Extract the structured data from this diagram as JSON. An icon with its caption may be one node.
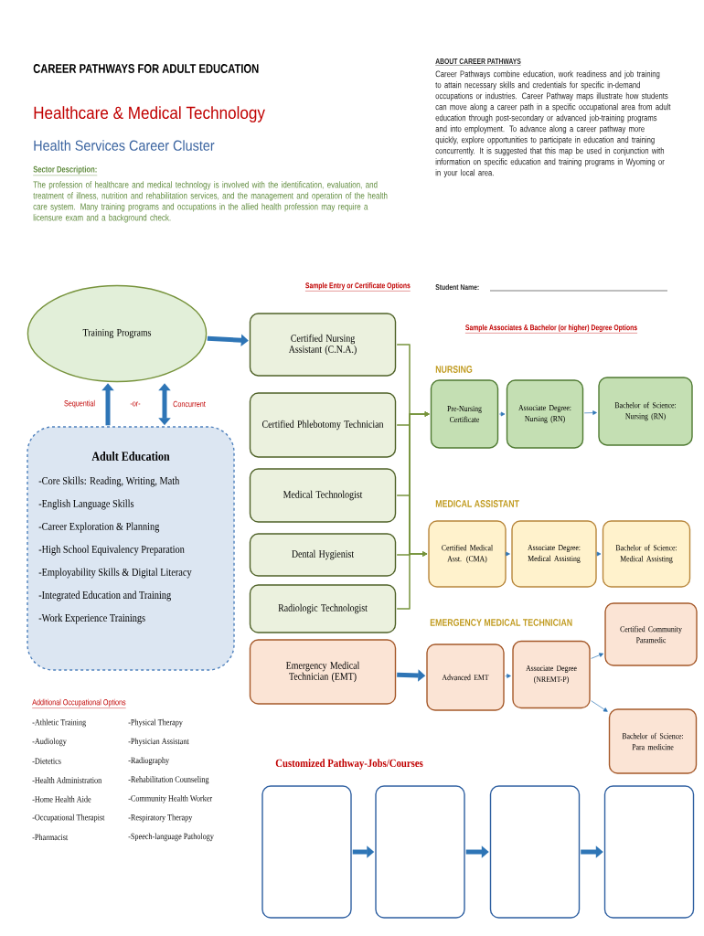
{
  "diagram": {
    "title": "CAREER PATHWAYS FOR ADULT EDUCATION",
    "nodes": [
      {
        "text": [
          "Training Programs"
        ]
      },
      {
        "text": [
          "Adult Education",
          "-Core Skills: Reading, Writing, Math",
          "-English Language Skills",
          "-Career Exploration & Planning",
          "-High School Equivalency Preparation",
          "-Employability Skills & Digital Literacy",
          "-Integrated Education and Training",
          "-Work Experience Trainings"
        ]
      },
      {
        "text": [
          "Certified Nursing Assistant (C.N.A.)"
        ]
      },
      {
        "text": [
          "Certified Phlebotomy Technician"
        ]
      },
      {
        "text": [
          "Medical Technologist"
        ]
      },
      {
        "text": [
          "Dental Hygienist"
        ]
      },
      {
        "text": [
          "Radiologic Technologist"
        ]
      },
      {
        "text": [
          "Emergency Medical Technician (EMT)"
        ]
      },
      {
        "text": [
          "Pre-Nursing Certificate"
        ]
      },
      {
        "text": [
          "Associate Degree: Nursing (RN)"
        ]
      },
      {
        "text": [
          "Bachelor of Science: Nursing (RN)"
        ]
      },
      {
        "text": [
          "Certified Medical Asst. (CMA)"
        ]
      },
      {
        "text": [
          "Associate Degree: Medical Assisting"
        ]
      },
      {
        "text": [
          "Bachelor of Science: Medical Assisting"
        ]
      },
      {
        "text": [
          "Advanced EMT"
        ]
      },
      {
        "text": [
          "Associate Degree (NREMT-P)"
        ]
      },
      {
        "text": [
          "Certified Community Paramedic"
        ]
      },
      {
        "text": [
          "Bachelor of Science: Para medicine"
        ]
      },
      {
        "text": [],
        "shape": "box"
      },
      {
        "text": [],
        "shape": "box"
      },
      {
        "text": [],
        "shape": "box"
      },
      {
        "text": [],
        "shape": "box"
      }
    ],
    "edges": [
      {
        "from": 1,
        "to": 0,
        "arrow": "to",
        "style": "thick",
        "label": "Sequential"
      },
      {
        "from": 1,
        "to": 0,
        "arrow": "both",
        "style": "thick",
        "label": "Concurrent"
      },
      {
        "from": 0,
        "to": 2,
        "arrow": "to",
        "style": "thick"
      },
      {
        "from": 2,
        "to": 8,
        "arrow": "to",
        "color": "#77933c"
      },
      {
        "from": 3,
        "to": 8,
        "arrow": "to",
        "color": "#77933c"
      },
      {
        "from": 4,
        "to": 8,
        "arrow": "to",
        "color": "#77933c"
      },
      {
        "from": 5,
        "to": 8,
        "arrow": "to",
        "color": "#77933c"
      },
      {
        "from": 6,
        "to": 8,
        "arrow": "to",
        "color": "#77933c"
      },
      {
        "from": 2,
        "to": 11,
        "arrow": "to",
        "color": "#77933c"
      },
      {
        "from": 3,
        "to": 11,
        "arrow": "to",
        "color": "#77933c"
      },
      {
        "from": 4,
        "to": 11,
        "arrow": "to",
        "color": "#77933c"
      },
      {
        "from": 5,
        "to": 11,
        "arrow": "to",
        "color": "#77933c"
      },
      {
        "from": 6,
        "to": 11,
        "arrow": "to",
        "color": "#77933c"
      },
      {
        "from": 7,
        "to": 14,
        "arrow": "to",
        "style": "thick"
      },
      {
        "from": 8,
        "to": 9,
        "arrow": "to"
      },
      {
        "from": 9,
        "to": 10,
        "arrow": "to"
      },
      {
        "from": 11,
        "to": 12,
        "arrow": "to"
      },
      {
        "from": 12,
        "to": 13,
        "arrow": "to"
      },
      {
        "from": 14,
        "to": 15,
        "arrow": "to"
      },
      {
        "from": 15,
        "to": 16,
        "arrow": "to"
      },
      {
        "from": 15,
        "to": 17,
        "arrow": "to"
      },
      {
        "from": 18,
        "to": 19,
        "arrow": "to",
        "style": "thick"
      },
      {
        "from": 19,
        "to": 20,
        "arrow": "to",
        "style": "thick"
      },
      {
        "from": 20,
        "to": 21,
        "arrow": "to",
        "style": "thick"
      }
    ],
    "labels": [
      "Healthcare & Medical Technology",
      "Health Services Career Cluster",
      "Sector Description:",
      "The profession of healthcare and medical technology is involved with the identification, evaluation, and treatment of illness, nutrition and rehabilitation services, and the management and operation of the health care system. Many training programs and occupations in the allied health profession may require a licensure exam and a background check.",
      "ABOUT CAREER PATHWAYS",
      "Career Pathways combine education, work readiness and job training to attain necessary skills and credentials for specific in-demand occupations or industries. Career Pathway maps illustrate how students can move along a career path in a specific occupational area from adult education through post-secondary or advanced job-training programs and into employment. To advance along a career pathway more quickly, explore opportunities to participate in education and training concurrently. It is suggested that this map be used in conjunction with information on specific education and training programs in Wyoming or in your local area.",
      "Sample Entry or Certificate Options",
      "Student Name:",
      "Sample Associates & Bachelor (or higher) Degree Options",
      "NURSING",
      "MEDICAL ASSISTANT",
      "EMERGENCY MEDICAL TECHNICIAN",
      "-or-",
      "Additional Occupational Options",
      "-Athletic Training",
      "-Physical Therapy",
      "-Audiology",
      "-Physician Assistant",
      "-Dietetics",
      "-Radiography",
      "-Health Administration",
      "-Rehabilitation Counseling",
      "-Home Health Aide",
      "-Community Health Worker",
      "-Occupational Therapist",
      "-Respiratory Therapy",
      "-Pharmacist",
      "-Speech-language Pathology",
      "Customized Pathway-Jobs/Courses"
    ]
  }
}
